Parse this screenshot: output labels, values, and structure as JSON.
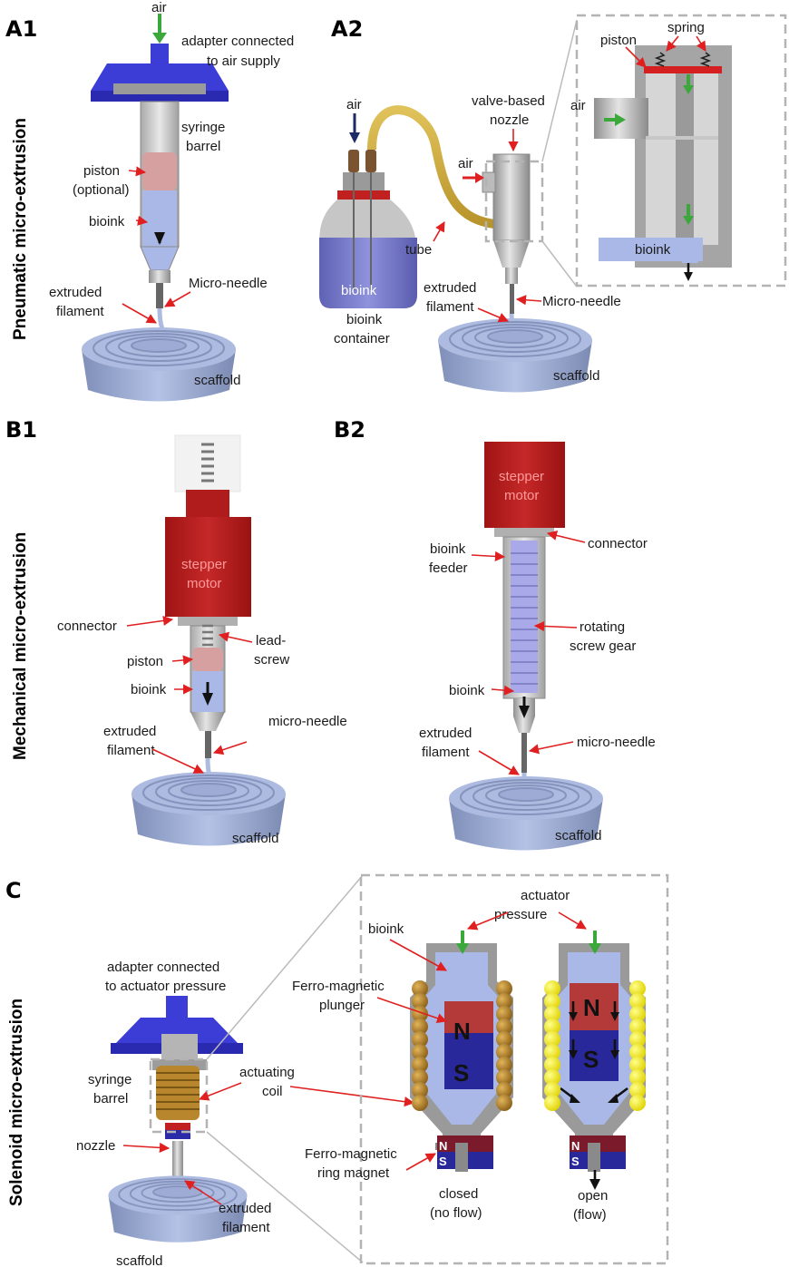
{
  "panels": {
    "a1": "A1",
    "a2": "A2",
    "b1": "B1",
    "b2": "B2",
    "c": "C"
  },
  "side_titles": {
    "pneumatic": "Pneumatic micro-extrusion",
    "mechanical": "Mechanical micro-extrusion",
    "solenoid": "Solenoid micro-extrusion"
  },
  "a1": {
    "air": "air",
    "adapter": [
      "adapter connected",
      "to air supply"
    ],
    "syringe_barrel": [
      "syringe",
      "barrel"
    ],
    "piston": [
      "piston",
      "(optional)"
    ],
    "bioink": "bioink",
    "micro_needle": "Micro-needle",
    "extruded_filament": [
      "extruded",
      "filament"
    ],
    "scaffold": "scaffold"
  },
  "a2": {
    "air_top": "air",
    "air_side": "air",
    "valve_nozzle": [
      "valve-based",
      "nozzle"
    ],
    "tube": "tube",
    "bioink_in_bottle": "bioink",
    "bioink_container": [
      "bioink",
      "container"
    ],
    "extruded_filament": [
      "extruded",
      "filament"
    ],
    "micro_needle": "Micro-needle",
    "scaffold": "scaffold",
    "inset": {
      "piston": "piston",
      "spring": "spring",
      "air": "air",
      "bioink": "bioink"
    }
  },
  "b1": {
    "motor": [
      "stepper",
      "motor"
    ],
    "connector": "connector",
    "lead_screw": [
      "lead-",
      "screw"
    ],
    "piston": "piston",
    "bioink": "bioink",
    "micro_needle": "micro-needle",
    "extruded_filament": [
      "extruded",
      "filament"
    ],
    "scaffold": "scaffold"
  },
  "b2": {
    "motor": [
      "stepper",
      "motor"
    ],
    "connector": "connector",
    "bioink_feeder": [
      "bioink",
      "feeder"
    ],
    "rotating_screw": [
      "rotating",
      "screw gear"
    ],
    "bioink": "bioink",
    "extruded_filament": [
      "extruded",
      "filament"
    ],
    "micro_needle": "micro-needle",
    "scaffold": "scaffold"
  },
  "c": {
    "adapter": [
      "adapter connected",
      "to actuator pressure"
    ],
    "syringe_barrel": [
      "syringe",
      "barrel"
    ],
    "actuating_coil": [
      "actuating",
      "coil"
    ],
    "nozzle": "nozzle",
    "extruded_filament": [
      "extruded",
      "filament"
    ],
    "scaffold": "scaffold",
    "actuator_pressure": [
      "actuator",
      "pressure"
    ],
    "bioink": "bioink",
    "plunger": [
      "Ferro-magnetic",
      "plunger"
    ],
    "ring_magnet": [
      "Ferro-magnetic",
      "ring magnet"
    ],
    "north": "N",
    "south": "S",
    "closed": [
      "closed",
      "(no flow)"
    ],
    "open": [
      "open",
      "(flow)"
    ]
  },
  "colors": {
    "adapter_blue": "#3c3cd6",
    "steel": "#b9b9b9",
    "bioink_blue": "#9db0e6",
    "motor_red": "#b81c1c",
    "pointer_red": "#e02020",
    "air_green": "#3aa83a",
    "coil_bronze": "#b8862c",
    "coil_active": "#f2ea1a",
    "magnet_north": "#b43a3a",
    "magnet_south": "#28289a"
  }
}
